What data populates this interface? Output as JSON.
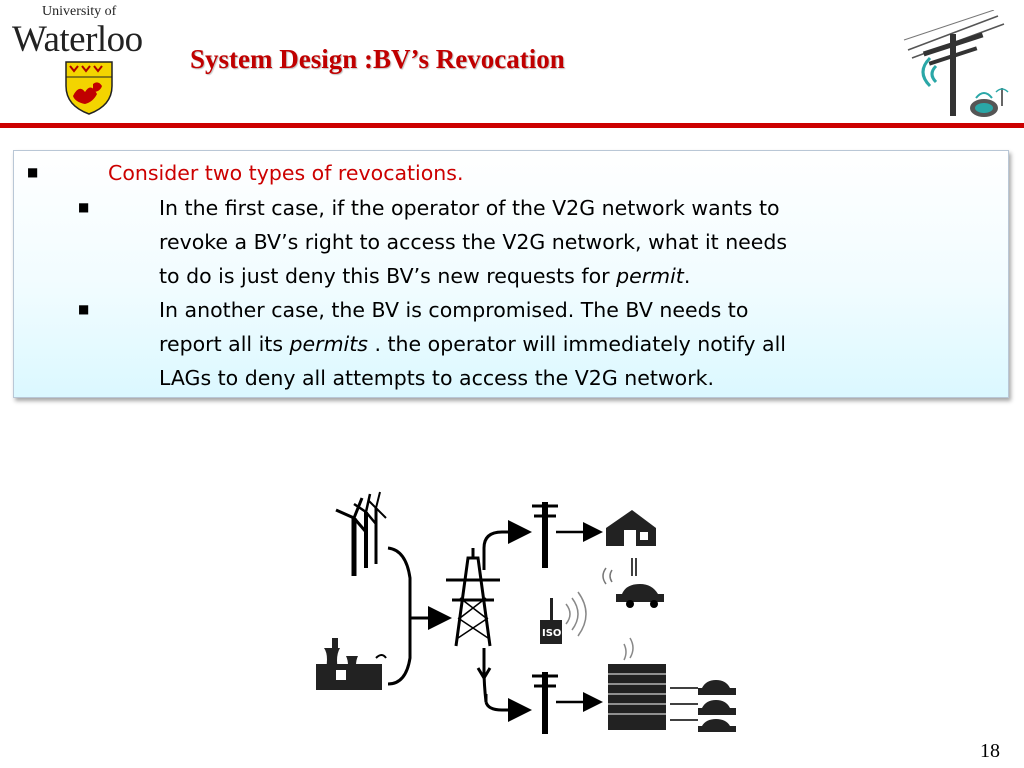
{
  "logo": {
    "line1": "University of",
    "line2": "Waterloo"
  },
  "slide": {
    "title": "System Design :BV’s Revocation",
    "page_number": "18"
  },
  "bullets": {
    "level1": "Consider two types of revocations.",
    "sub1": {
      "line1": "In the first case, if the operator of the V2G network wants to",
      "line2": "revoke a BV’s right to access the V2G network, what it needs",
      "line3_a": "to do is just deny this BV’s new requests for ",
      "line3_em": "permit",
      "line3_b": "."
    },
    "sub2": {
      "line1": "In another case, the BV is compromised. The BV needs to",
      "line2_a": "report all its ",
      "line2_em": "permits",
      "line2_b": " . the operator will immediately notify all",
      "line3": "LAGs to deny all attempts to access the V2G network."
    }
  },
  "diagram": {
    "iso_label": "ISO"
  },
  "colors": {
    "title": "#c00000",
    "rule": "#cc0000",
    "bullet_level1": "#cc0000"
  }
}
